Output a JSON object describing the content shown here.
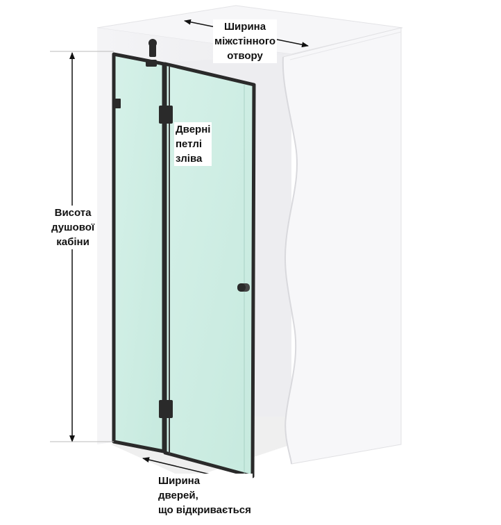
{
  "labels": {
    "opening_width": [
      "Ширина",
      "міжстінного",
      "отвору"
    ],
    "hinges": [
      "Дверні",
      "петлі",
      "зліва"
    ],
    "cabin_height": [
      "Висота",
      "душової",
      "кабіни"
    ],
    "door_width": [
      "Ширина",
      "дверей,",
      "що відкривається"
    ]
  },
  "colors": {
    "frame": "#2a2a2a",
    "glass": "#cfeee5",
    "wall": "#f1f1f3",
    "dimension_line": "#111111"
  }
}
